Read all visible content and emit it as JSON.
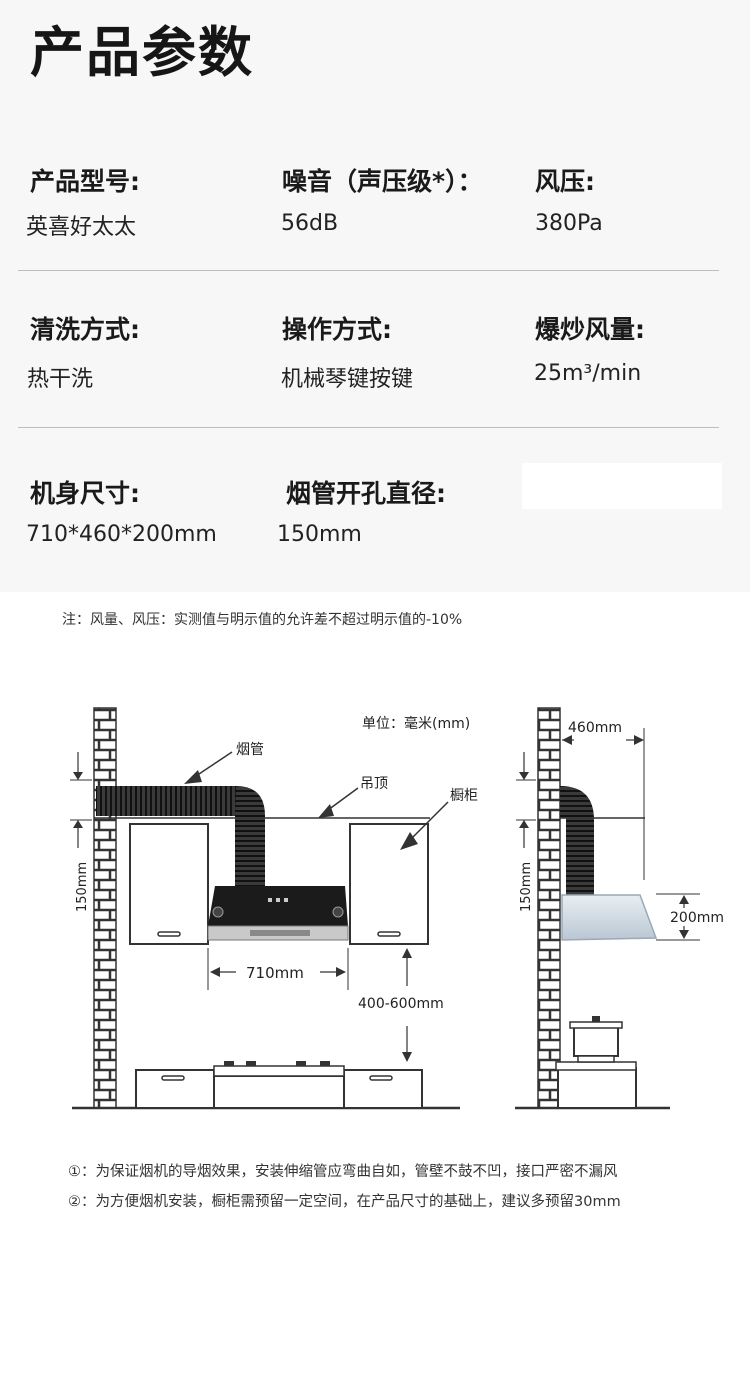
{
  "page": {
    "title": "产品参数"
  },
  "specs": [
    {
      "label": "产品型号:",
      "value": "英喜好太太"
    },
    {
      "label": "噪音（声压级*）：",
      "value": "56dB"
    },
    {
      "label": "风压:",
      "value": "380Pa"
    },
    {
      "label": "清洗方式:",
      "value": "热干洗"
    },
    {
      "label": "操作方式:",
      "value": "机械琴键按键"
    },
    {
      "label": "爆炒风量:",
      "value": "25m³/min"
    },
    {
      "label": "机身尺寸:",
      "value": "710*460*200mm"
    },
    {
      "label": "烟管开孔直径:",
      "value": "150mm"
    }
  ],
  "note": "注：风量、风压：实测值与明示值的允许差不超过明示值的-10%",
  "diagram": {
    "unit": "单位：毫米(mm)",
    "duct": "烟管",
    "ceiling": "吊顶",
    "cabinet": "橱柜",
    "left_height": "150mm",
    "width": "710mm",
    "install_height": "400-600mm",
    "depth": "460mm",
    "right_height": "150mm",
    "body_height": "200mm"
  },
  "footnotes": [
    "①：为保证烟机的导烟效果，安装伸缩管应弯曲自如，管壁不鼓不凹，接口严密不漏风",
    "②：为方便烟机安装，橱柜需预留一定空间，在产品尺寸的基础上，建议多预留30mm"
  ],
  "colors": {
    "background_top": "#f7f7f7",
    "text": "#1a1a1a",
    "divider": "#bdbdbd"
  }
}
